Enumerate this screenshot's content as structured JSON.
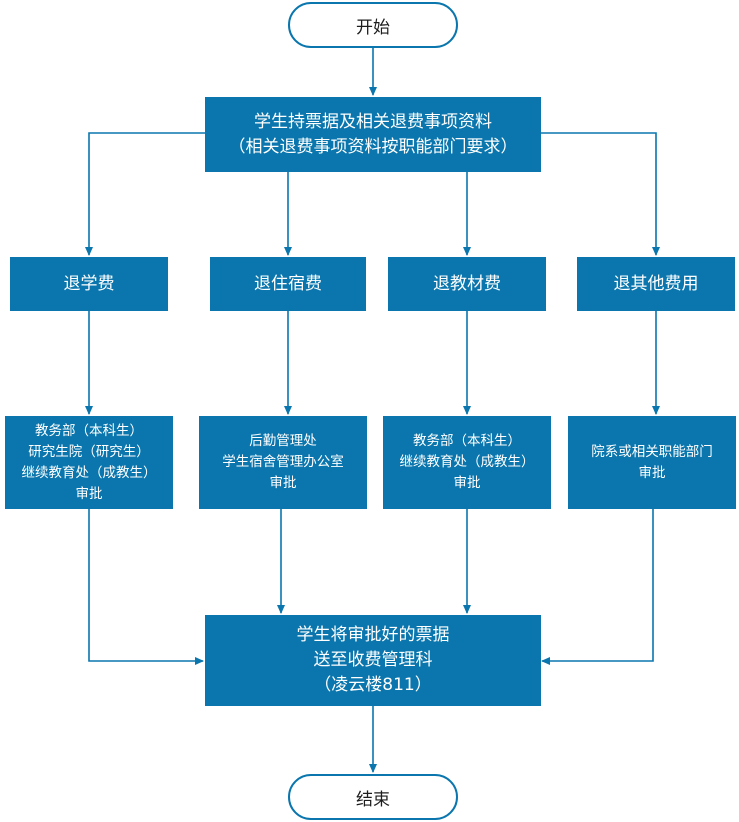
{
  "start": "开始",
  "top_box": {
    "line1": "学生持票据及相关退费事项资料",
    "line2": "（相关退费事项资料按职能部门要求）"
  },
  "categories": [
    {
      "label": "退学费"
    },
    {
      "label": "退住宿费"
    },
    {
      "label": "退教材费"
    },
    {
      "label": "退其他费用"
    }
  ],
  "approvers": [
    {
      "lines": [
        "教务部（本科生）",
        "研究生院（研究生）",
        "继续教育处（成教生）",
        "审批"
      ]
    },
    {
      "lines": [
        "后勤管理处",
        "学生宿舍管理办公室",
        "审批"
      ]
    },
    {
      "lines": [
        "教务部（本科生）",
        "继续教育处（成教生）",
        "审批"
      ]
    },
    {
      "lines": [
        "院系或相关职能部门",
        "审批"
      ]
    }
  ],
  "final_box": {
    "line1": "学生将审批好的票据",
    "line2": "送至收费管理科",
    "line3": "（凌云楼811）"
  },
  "end": "结束",
  "colors": {
    "box": "#0a76ad",
    "line": "#0a76ad",
    "terminal_border": "#0a76ad"
  }
}
